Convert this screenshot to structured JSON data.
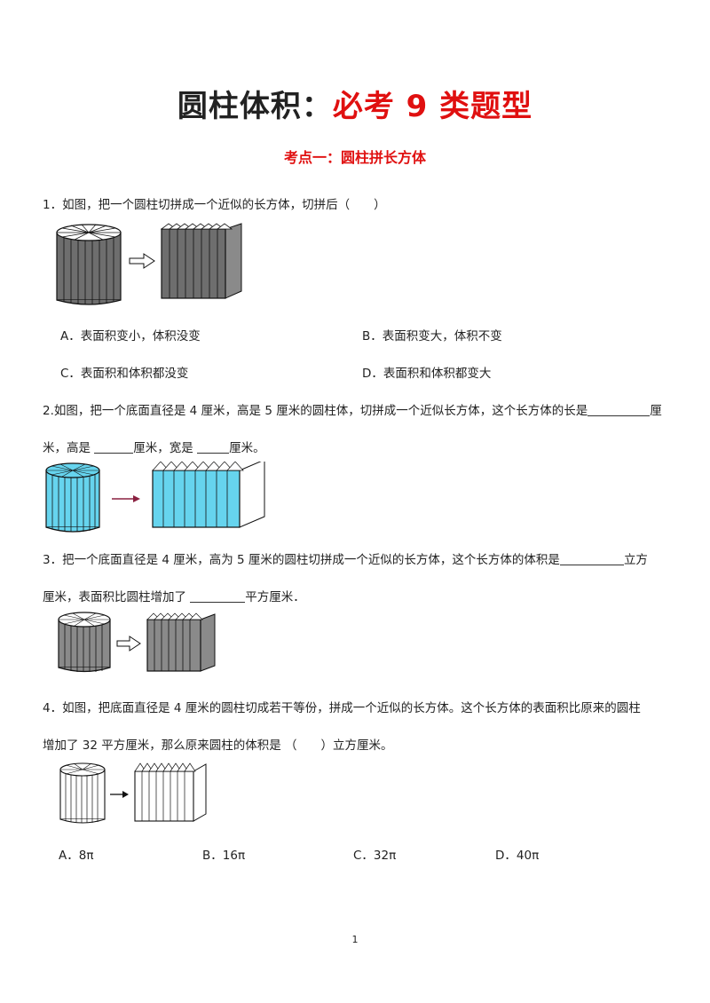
{
  "title": {
    "black": "圆柱体积：",
    "red": "必考 9 类题型"
  },
  "subtitle": "考点一：圆柱拼长方体",
  "q1": {
    "text": "1．如图，把一个圆柱切拼成一个近似的长方体，切拼后（　　）",
    "options": {
      "a": "A．表面积变小，体积没变",
      "b": "B．表面积变大，体积不变",
      "c": "C．表面积和体积都没变",
      "d": "D．表面积和体积都变大"
    }
  },
  "q2": {
    "line1": "2.如图，把一个底面直径是 4 厘米，高是 5 厘米的圆柱体，切拼成一个近似长方体，这个长方体的长是",
    "line1_end": "厘",
    "line2_a": "米，高是",
    "line2_b": "厘米，宽是",
    "line2_c": "厘米。"
  },
  "q3": {
    "line1": "3．把一个底面直径是 4 厘米，高为 5 厘米的圆柱切拼成一个近似的长方体，这个长方体的体积是",
    "line1_end": "立方",
    "line2_a": "厘米，表面积比圆柱增加了",
    "line2_b": "平方厘米．"
  },
  "q4": {
    "line1": "4．如图，把底面直径是 4 厘米的圆柱切成若干等份，拼成一个近似的长方体。这个长方体的表面积比原来的圆柱",
    "line2": "增加了 32 平方厘米，那么原来圆柱的体积是 （　　）立方厘米。",
    "options": {
      "a": "A．8π",
      "b": "B．16π",
      "c": "C．32π",
      "d": "D．40π"
    }
  },
  "page_number": "1",
  "colors": {
    "accent": "#e01010",
    "cyan": "#66d4ee",
    "dark_gray": "#6e6e6e",
    "mid_gray": "#8a8a8a"
  }
}
